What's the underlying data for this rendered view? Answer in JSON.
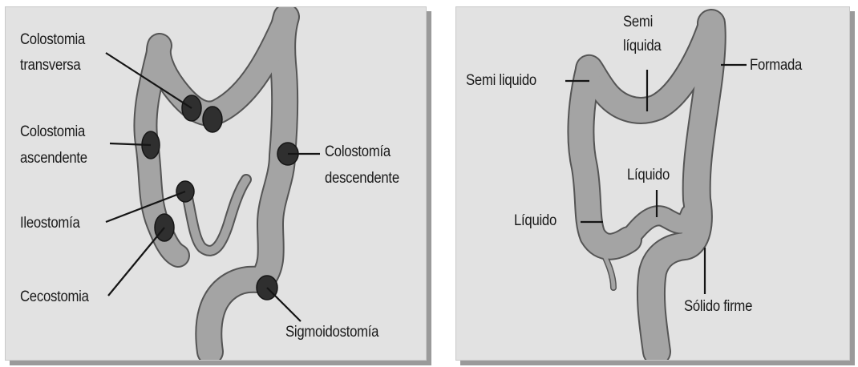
{
  "left_panel": {
    "labels": {
      "colostomia_transversa_1": "Colostomia",
      "colostomia_transversa_2": "transversa",
      "colostomia_ascendente_1": "Colostomia",
      "colostomia_ascendente_2": "ascendente",
      "ileostomia": "Ileostomía",
      "cecostomia": "Cecostomia",
      "colostomia_descendente_1": "Colostomía",
      "colostomia_descendente_2": "descendente",
      "sigmoidostomia": "Sigmoidostomía"
    }
  },
  "right_panel": {
    "labels": {
      "semi_liquida_1": "Semi",
      "semi_liquida_2": "líquida",
      "formada": "Formada",
      "semi_liquido": "Semi liquido",
      "liquido_center": "Líquido",
      "liquido_left": "Líquido",
      "solido_firme": "Sólido firme"
    }
  },
  "colors": {
    "background": "#e2e2e2",
    "bowel": "#a4a4a4",
    "stoma": "#2f2f2f"
  }
}
